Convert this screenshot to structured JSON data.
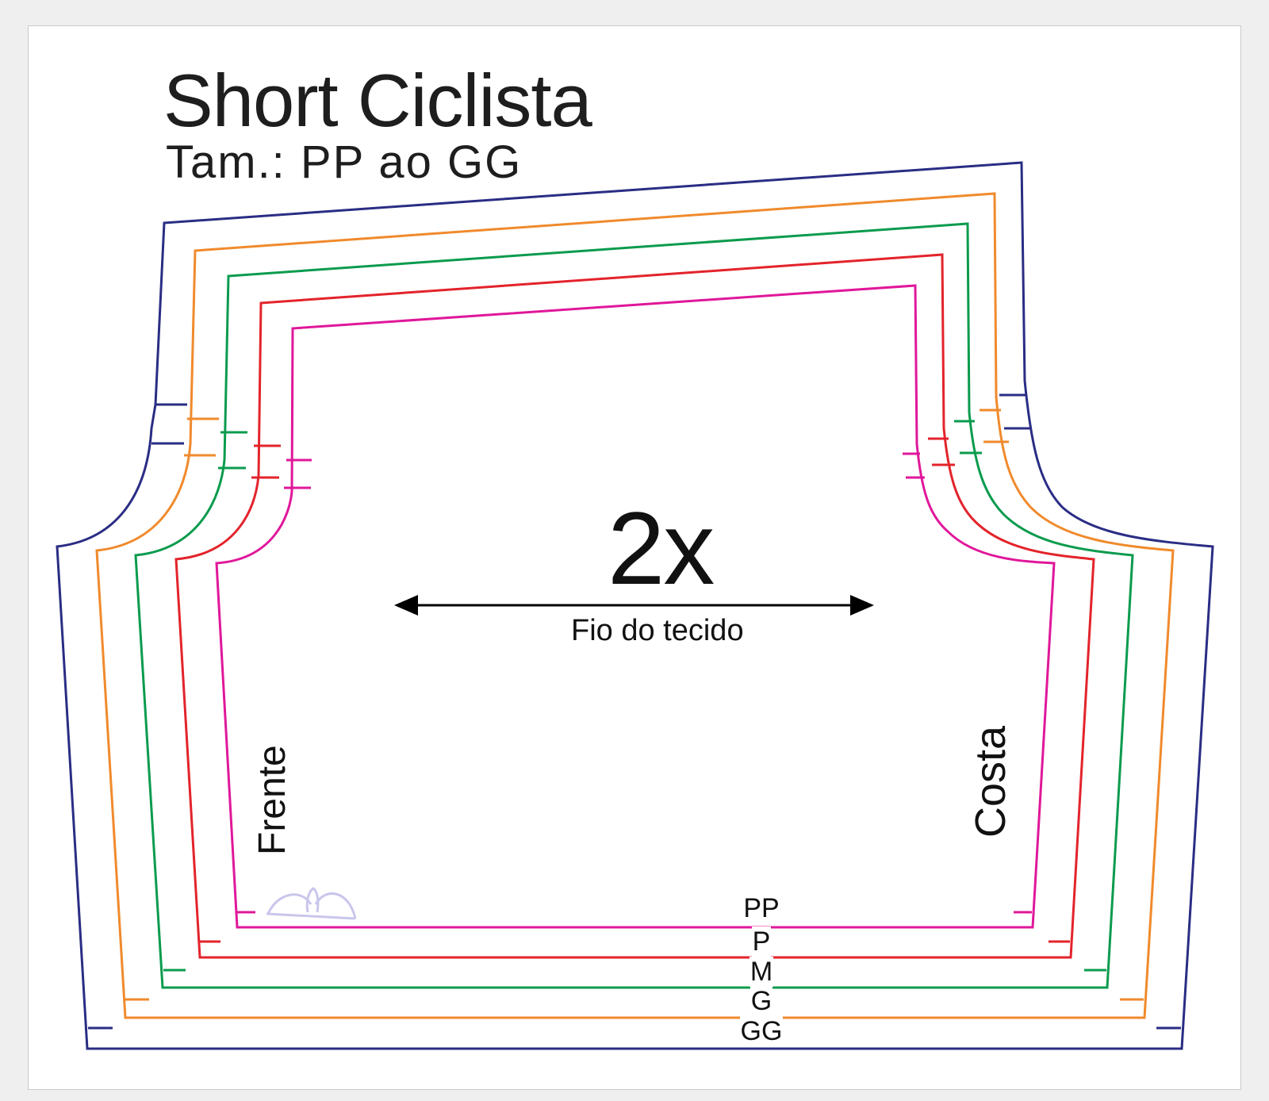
{
  "header": {
    "title": "Short Ciclista",
    "subtitle": "Tam.: PP ao GG"
  },
  "annotations": {
    "quantity": "2x",
    "grain_label": "Fio do tecido",
    "front_label": "Frente",
    "back_label": "Costa"
  },
  "sizes": [
    {
      "label": "PP",
      "color": "#e0179a"
    },
    {
      "label": "P",
      "color": "#e3232b"
    },
    {
      "label": "M",
      "color": "#0b9b4d"
    },
    {
      "label": "G",
      "color": "#f08a2c"
    },
    {
      "label": "GG",
      "color": "#2a2d84"
    }
  ],
  "icons": {
    "grain_arrow": "double-headed-arrow",
    "watermark": "logo-arches"
  },
  "colors": {
    "background": "#efefef",
    "sheet": "#ffffff",
    "text": "#111111"
  }
}
